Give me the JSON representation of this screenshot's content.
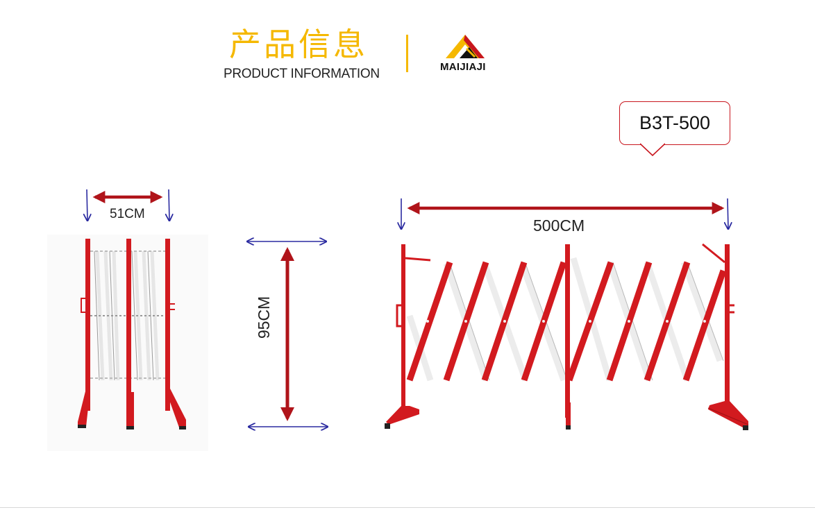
{
  "header": {
    "title_cn": "产品信息",
    "title_en": "PRODUCT INFORMATION",
    "brand": "MAIJIAJI"
  },
  "model": {
    "name": "B3T-500"
  },
  "dimensions": {
    "folded_width": "51CM",
    "height": "95CM",
    "extended_width": "500CM"
  },
  "colors": {
    "accent_gold": "#f5b800",
    "barrier_red": "#d21a1f",
    "arrow_dark_red": "#b0141a",
    "arrow_blue": "#2a2aa0"
  }
}
